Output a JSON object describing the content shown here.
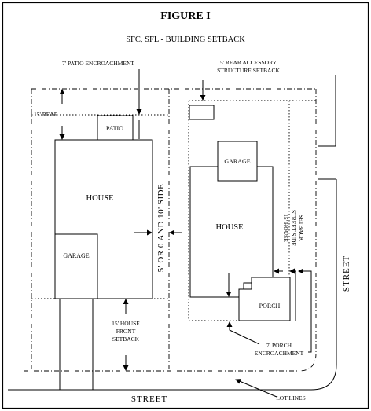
{
  "title": "FIGURE I",
  "subtitle": "SFC, SFL - BUILDING SETBACK",
  "labels": {
    "patio_encroachment": "7' PATIO ENCROACHMENT",
    "rear_accessory_line1": "5' REAR ACCESSORY",
    "rear_accessory_line2": "STRUCTURE SETBACK",
    "rear_15": "15' REAR",
    "patio": "PATIO",
    "garage_left": "GARAGE",
    "house_left": "HOUSE",
    "side_setback": "5' OR 0 AND 10' SIDE",
    "front_setback_line1": "15' HOUSE",
    "front_setback_line2": "FRONT",
    "front_setback_line3": "SETBACK",
    "garage_right": "GARAGE",
    "house_right": "HOUSE",
    "street_side_line1": "15' HOUSE",
    "street_side_line2": "STREET SIDE",
    "street_side_line3": "SETBACK",
    "porch": "PORCH",
    "porch_encroachment_line1": "7' PORCH",
    "porch_encroachment_line2": "ENCROACHMENT",
    "lot_lines": "LOT LINES",
    "street_bottom": "STREET",
    "street_right": "STREET"
  }
}
